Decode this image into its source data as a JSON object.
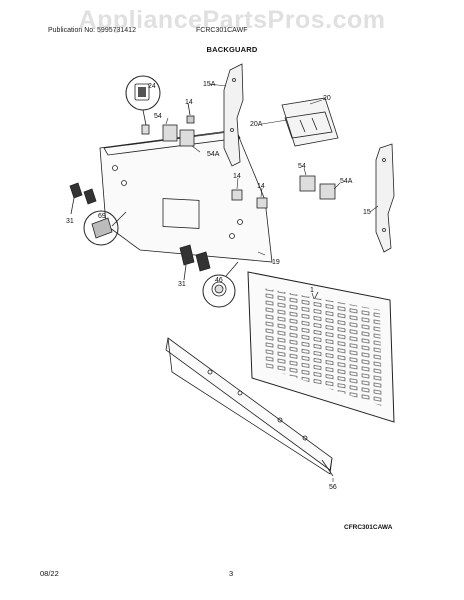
{
  "header": {
    "publication": "Publication No: 5995731412",
    "model": "FCRC301CAWF",
    "title": "BACKGUARD"
  },
  "watermark": "AppliancePartsPros.com",
  "labels": {
    "p24": "24",
    "p14a": "14",
    "p15a": "15A",
    "p20": "20",
    "p20a": "20A",
    "p54a": "54",
    "p54A_a": "54A",
    "p14b": "14",
    "p14c": "14",
    "p54b": "54",
    "p54A_b": "54A",
    "p31a": "31",
    "p69": "69",
    "p15": "15",
    "p19": "19",
    "p31b": "31",
    "p46": "46",
    "p1": "1",
    "p56": "56"
  },
  "diagram_code": "CFRC301CAWA",
  "footer": {
    "date": "08/22",
    "page": "3"
  }
}
